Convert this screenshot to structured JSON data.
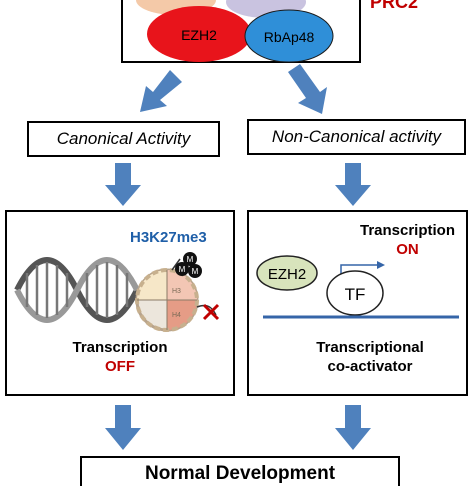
{
  "top": {
    "complex_label": "PRC2",
    "subunits": {
      "ezh2": "EZH2",
      "rbap48": "RbAp48"
    }
  },
  "branches": {
    "left": "Canonical Activity",
    "right": "Non-Canonical activity"
  },
  "canonical_panel": {
    "mark": "H3K27me3",
    "methyl_symbol": "M",
    "transcription_label": "Transcription",
    "transcription_state": "OFF"
  },
  "noncanonical_panel": {
    "ezh2": "EZH2",
    "tf": "TF",
    "transcription_label": "Transcription",
    "transcription_state": "ON",
    "role_line1": "Transcriptional",
    "role_line2": "co-activator"
  },
  "bottom": {
    "label": "Normal Development"
  },
  "colors": {
    "arrow": "#4f81bd",
    "ezh2_red": "#e8141b",
    "rbap48_blue": "#2f8fd8",
    "state_red": "#c00000",
    "mark_blue": "#1f5fa8",
    "ezh2_green": "#d8e4bc"
  }
}
